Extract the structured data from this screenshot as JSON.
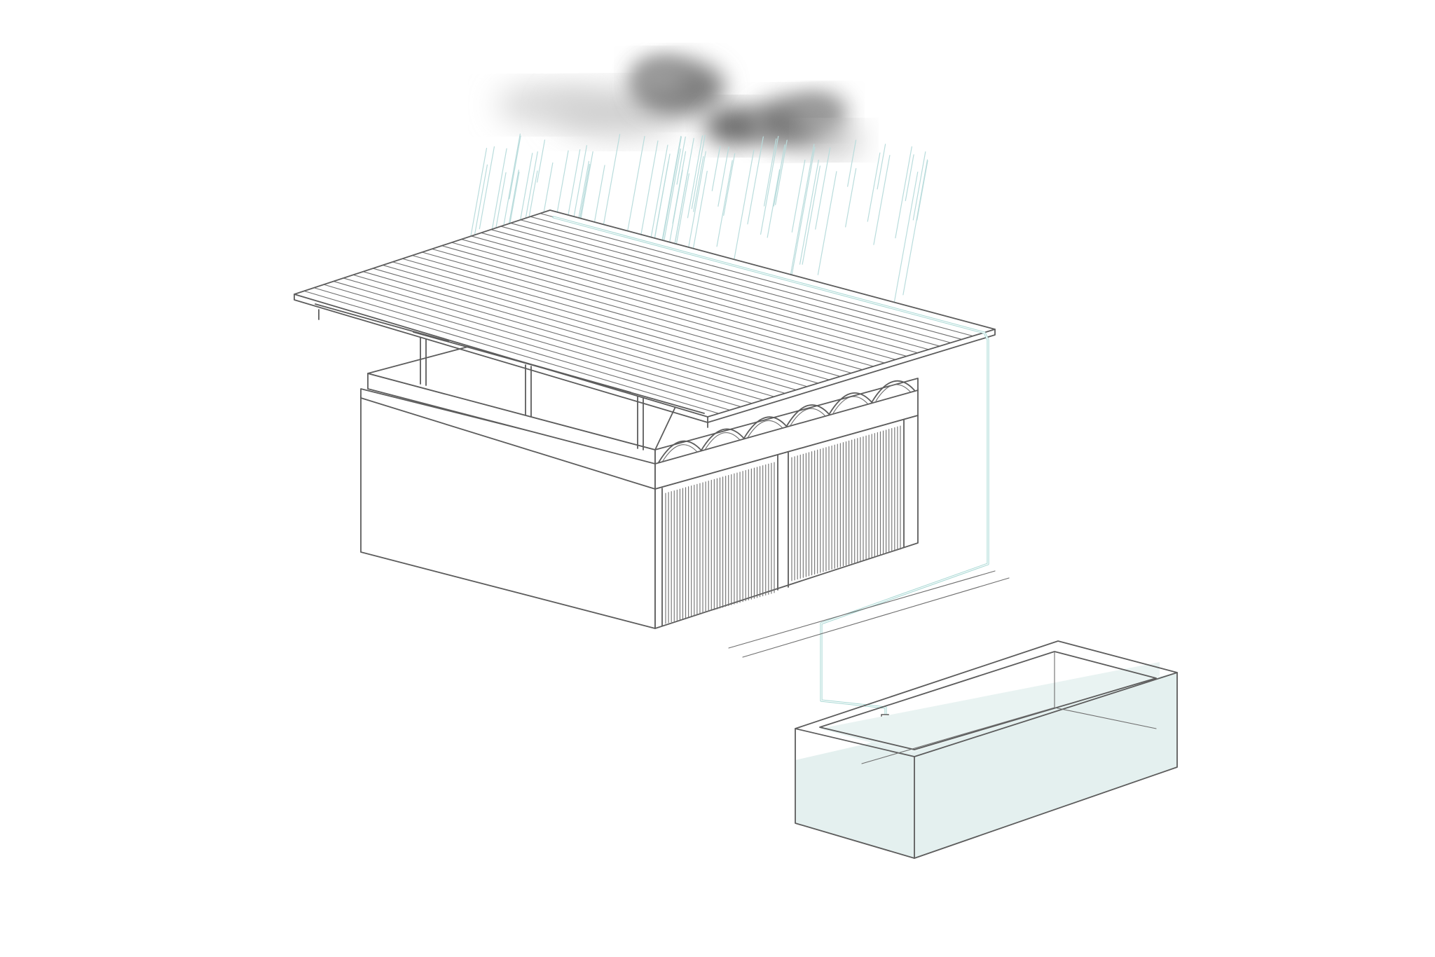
{
  "diagram": {
    "subject": "rainwater-harvesting",
    "colors": {
      "line": "#5c5c5c",
      "pipe": "#a8d8d4",
      "rain": "#b9dcdc",
      "water": "#e4f0ef",
      "cloud": "#8a8a8a",
      "background": "#ffffff"
    },
    "components": [
      "cloud",
      "rain",
      "corrugated-roof",
      "building",
      "downpipe",
      "ground-line",
      "water-tank"
    ]
  }
}
